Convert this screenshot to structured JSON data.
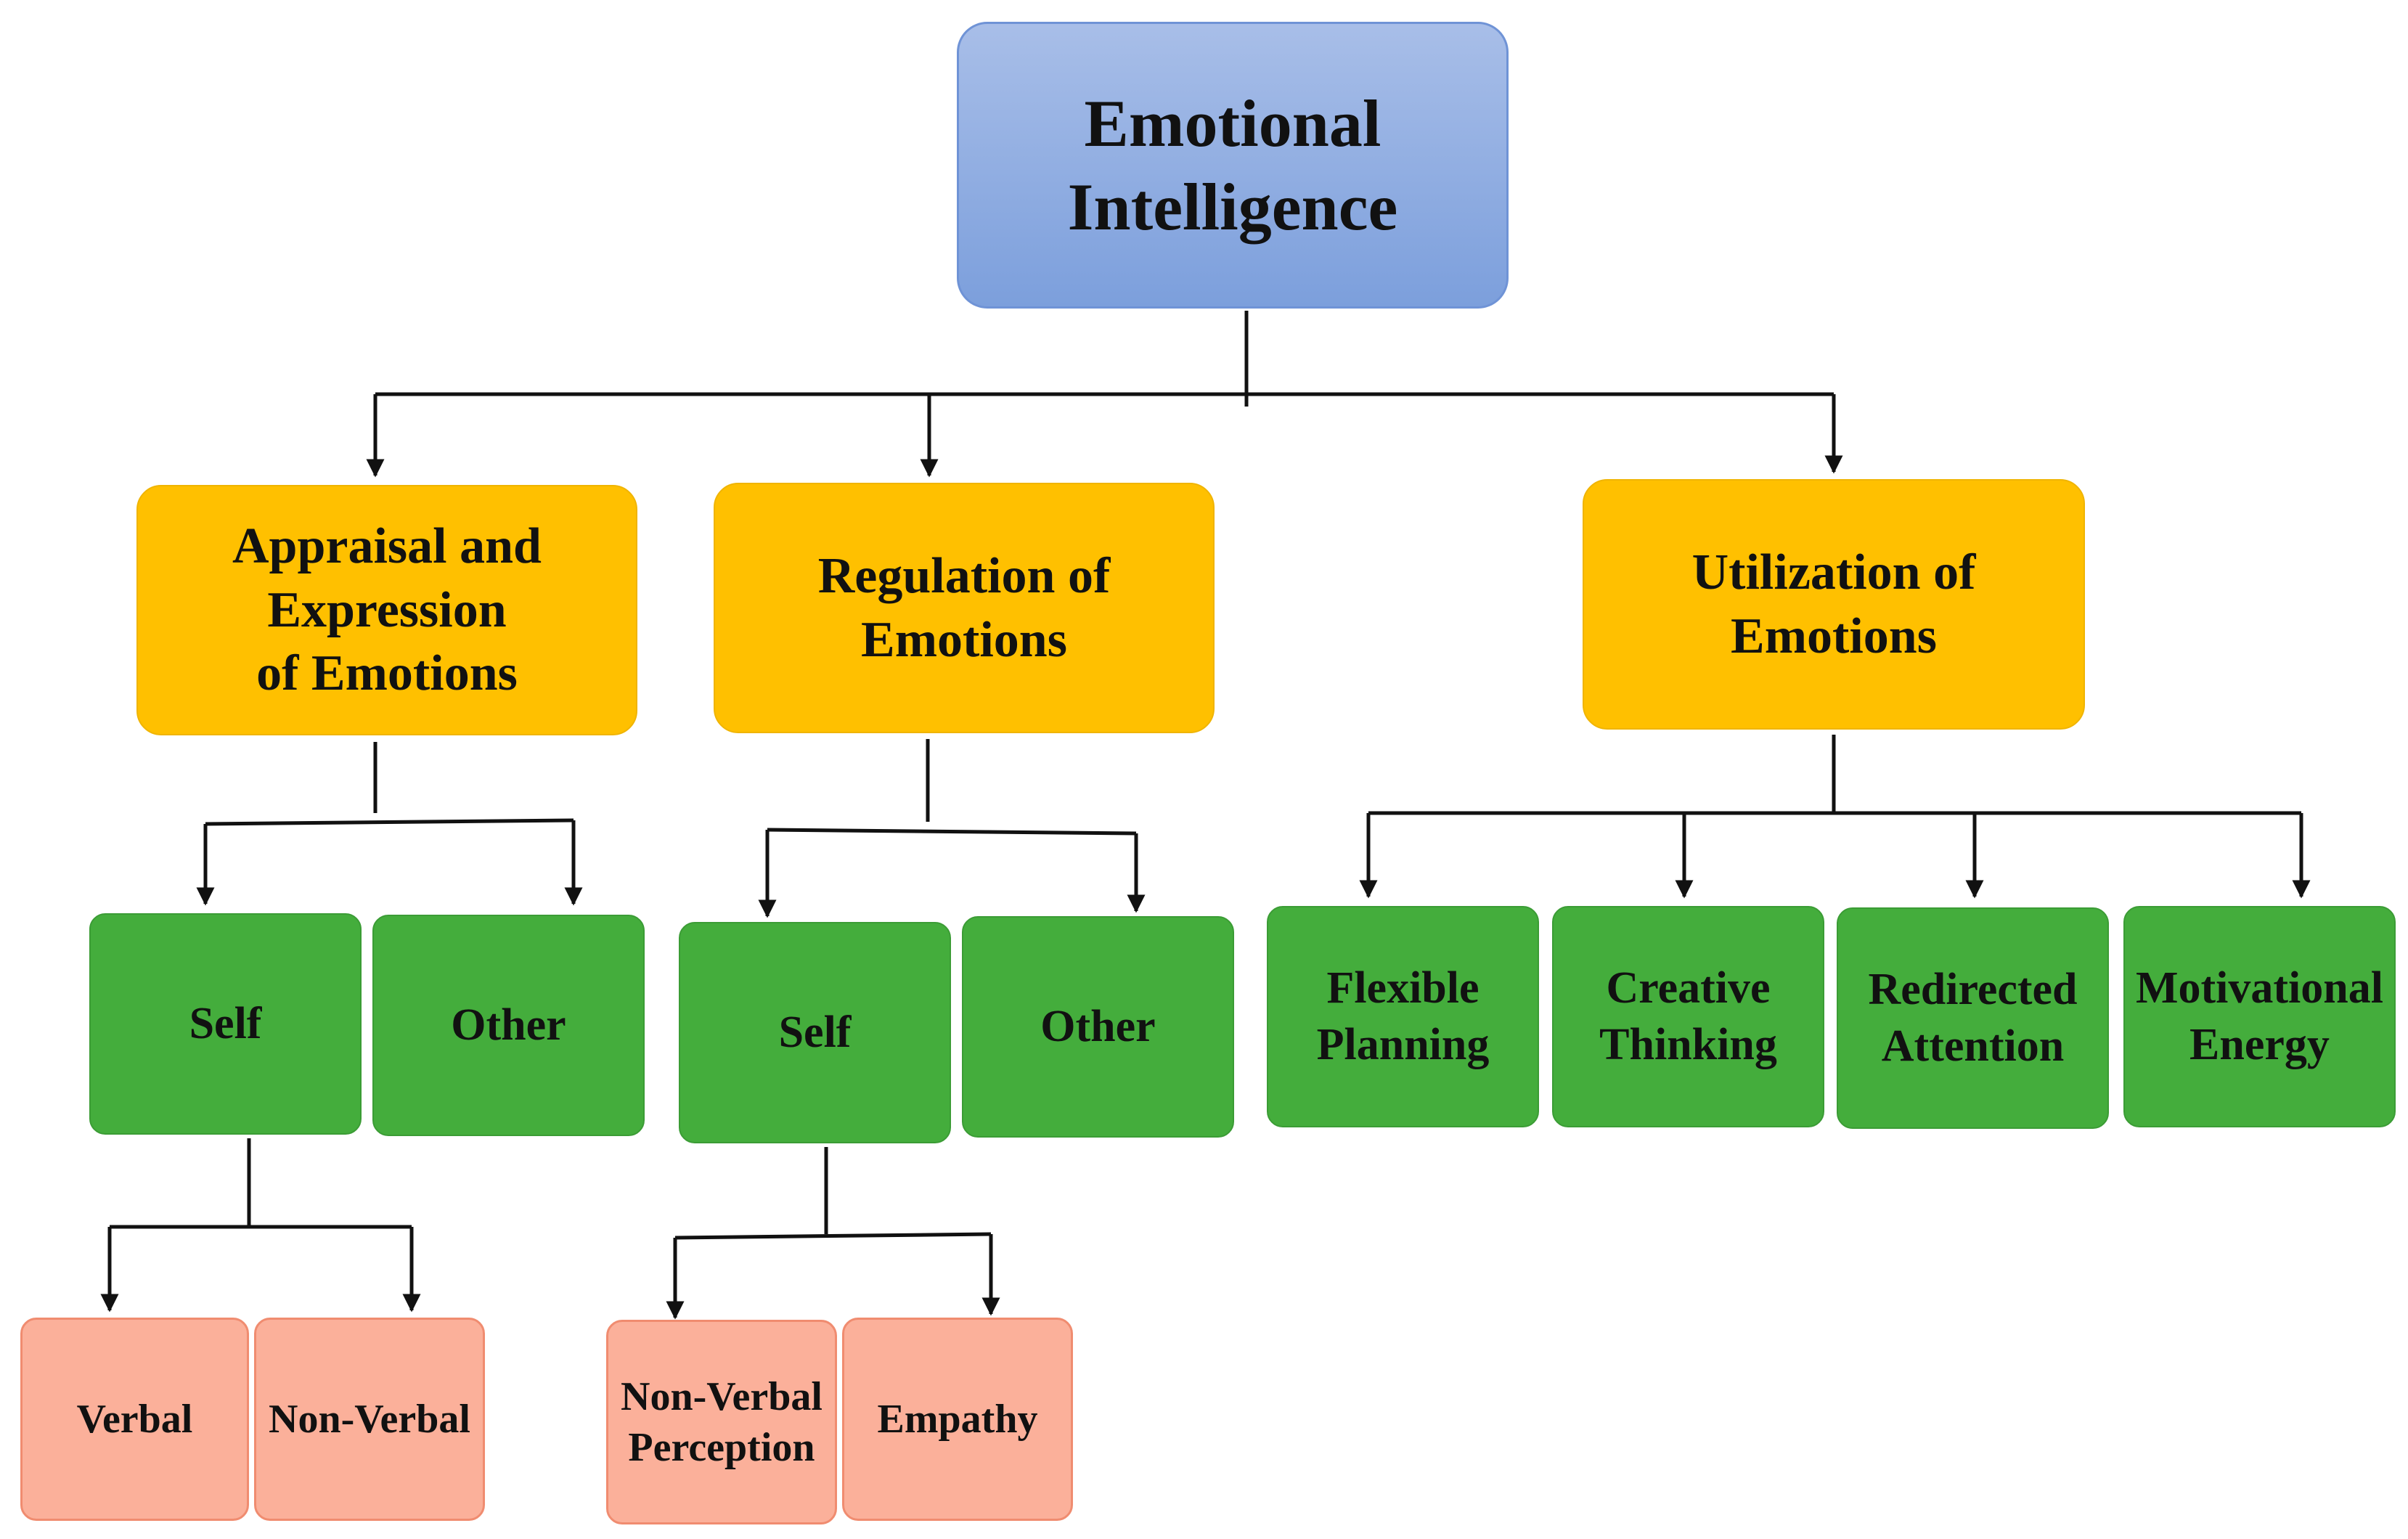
{
  "diagram": {
    "root": {
      "label": "Emotional Intelligence"
    },
    "branches": [
      {
        "label": "Appraisal and Expression\nof Emotions",
        "children": [
          {
            "label": "Self",
            "children": [
              {
                "label": "Verbal"
              },
              {
                "label": "Non-Verbal"
              }
            ]
          },
          {
            "label": "Other"
          }
        ]
      },
      {
        "label": "Regulation of Emotions",
        "children": [
          {
            "label": "Self",
            "children": [
              {
                "label": "Non-Verbal\nPerception"
              },
              {
                "label": "Empathy"
              }
            ]
          },
          {
            "label": "Other"
          }
        ]
      },
      {
        "label": "Utilization of Emotions",
        "children": [
          {
            "label": "Flexible\nPlanning"
          },
          {
            "label": "Creative\nThinking"
          },
          {
            "label": "Redirected\nAttention"
          },
          {
            "label": "Motivational\nEnergy"
          }
        ]
      }
    ]
  },
  "colors": {
    "root_fill": "#8eaadf",
    "level1_fill": "#ffc000",
    "level2_fill": "#44ad3c",
    "level3_fill": "#fbb09a",
    "connector": "#111111"
  }
}
